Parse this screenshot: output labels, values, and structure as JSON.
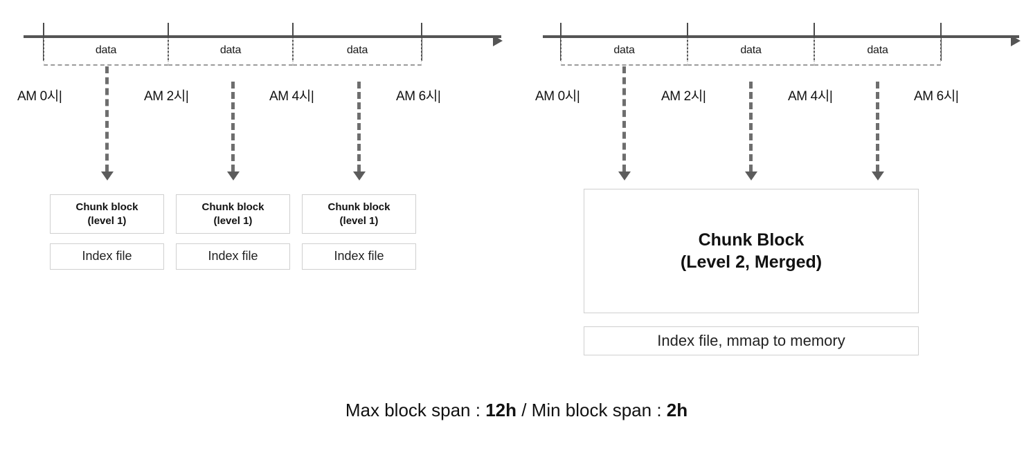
{
  "diagram": {
    "title_caption": {
      "max_label": "Max block span : ",
      "max_value": "12h",
      "separator": " / ",
      "min_label": "Min block span : ",
      "min_value": "2h"
    },
    "panels": [
      {
        "id": "level-1-panel",
        "axis": {
          "tick_times": [
            "AM 0시|",
            "AM 2시|",
            "AM 4시|",
            "AM 6시|"
          ],
          "spans": [
            "data",
            "data",
            "data"
          ]
        },
        "blocks": [
          {
            "title_line1": "Chunk block",
            "title_line2": "(level 1)",
            "index_label": "Index file"
          },
          {
            "title_line1": "Chunk block",
            "title_line2": "(level 1)",
            "index_label": "Index file"
          },
          {
            "title_line1": "Chunk block",
            "title_line2": "(level 1)",
            "index_label": "Index file"
          }
        ]
      },
      {
        "id": "level-2-panel",
        "axis": {
          "tick_times": [
            "AM 0시|",
            "AM 2시|",
            "AM 4시|",
            "AM 6시|"
          ],
          "spans": [
            "data",
            "data",
            "data"
          ]
        },
        "merged_block": {
          "title_line1": "Chunk Block",
          "title_line2": "(Level 2, Merged)",
          "index_label": "Index file, mmap to memory"
        }
      }
    ],
    "colors": {
      "axis": "#555555",
      "tick": "#4a4a4a",
      "dashed": "#9a9a9a",
      "box_border": "#cfcfcf",
      "text": "#111111",
      "background": "#ffffff"
    }
  }
}
